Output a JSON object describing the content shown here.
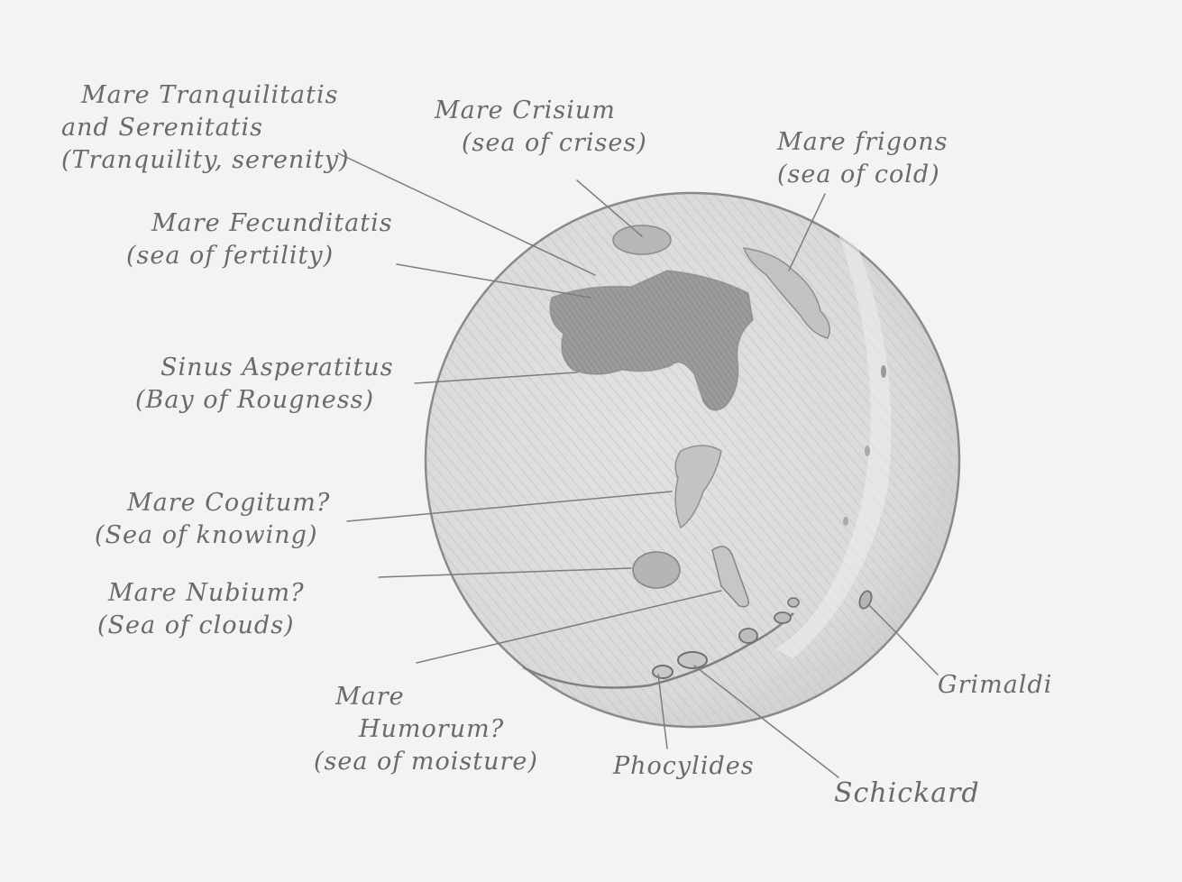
{
  "labels": {
    "tranquilitatis": [
      "Mare Tranquilitatis",
      "and Serenitatis",
      "(Tranquility, serenity)"
    ],
    "crisium": [
      "Mare Crisium",
      "(sea of crises)"
    ],
    "frigoris": [
      "Mare frigons",
      "(sea of cold)"
    ],
    "fecunditatis": [
      "Mare Fecunditatis",
      "(sea of fertility)"
    ],
    "asperitatis": [
      "Sinus Asperatitus",
      "(Bay of Rougness)"
    ],
    "cognitum": [
      "Mare Cogitum?",
      "(Sea of knowing)"
    ],
    "nubium": [
      "Mare Nubium?",
      "(Sea of clouds)"
    ],
    "humorum": [
      "Mare",
      "Humorum?",
      "(sea of moisture)"
    ],
    "phocylides": [
      "Phocylides"
    ],
    "schickard": [
      "Schickard"
    ],
    "grimaldi": [
      "Grimaldi"
    ]
  },
  "colors": {
    "paper": "#f3f3f2",
    "pencil": "#6a6a6a",
    "mare_dark": "#8e8e8e"
  }
}
